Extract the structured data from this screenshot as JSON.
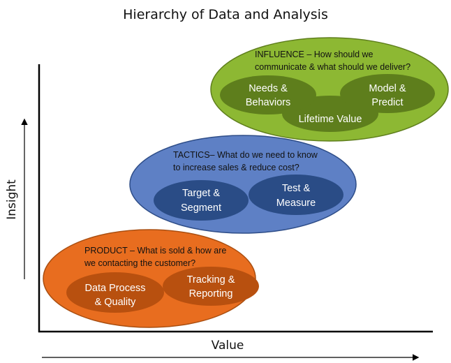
{
  "title": "Hierarchy of Data and Analysis",
  "axes": {
    "x_label": "Value",
    "y_label": "Insight"
  },
  "colors": {
    "influence_outer": "#8DB833",
    "influence_inner": "#5E7E1C",
    "tactics_outer": "#5E80C5",
    "tactics_inner": "#2A4C86",
    "product_outer": "#E86D1F",
    "product_inner": "#B8500F",
    "axis": "#000000"
  },
  "levels": {
    "influence": {
      "line1": "INFLUENCE – How should we",
      "line2": "communicate & what should we deliver?",
      "items": [
        {
          "line1": "Needs &",
          "line2": "Behaviors"
        },
        {
          "line1": "Model &",
          "line2": "Predict"
        },
        {
          "line1": "Lifetime Value",
          "line2": ""
        }
      ]
    },
    "tactics": {
      "line1": "TACTICS– What do we need to know",
      "line2": "to increase sales & reduce cost?",
      "items": [
        {
          "line1": "Target &",
          "line2": "Segment"
        },
        {
          "line1": "Test &",
          "line2": "Measure"
        }
      ]
    },
    "product": {
      "line1": "PRODUCT – What is sold & how are",
      "line2": "we contacting the customer?",
      "items": [
        {
          "line1": "Data Process",
          "line2": "& Quality"
        },
        {
          "line1": "Tracking &",
          "line2": "Reporting"
        }
      ]
    }
  }
}
